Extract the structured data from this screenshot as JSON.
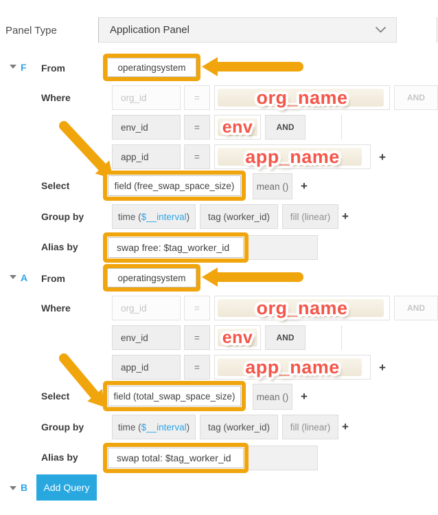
{
  "panel_type": {
    "label": "Panel Type",
    "value": "Application Panel"
  },
  "colors": {
    "highlight_orange": "#f0a50d",
    "annotation_red": "#f4564a",
    "accent_blue": "#2fa4e7",
    "button_blue": "#29a8e0"
  },
  "queries": [
    {
      "letter": "F",
      "from_label": "From",
      "from_value": "operatingsystem",
      "where_label": "Where",
      "rows": {
        "org": {
          "key": "org_id",
          "op": "=",
          "logic": "AND",
          "annotation": "org_name"
        },
        "env": {
          "key": "env_id",
          "op": "=",
          "logic": "AND",
          "annotation": "env"
        },
        "app": {
          "key": "app_id",
          "op": "=",
          "add": "+",
          "annotation": "app_name"
        }
      },
      "select_label": "Select",
      "select_field": "field (free_swap_space_size)",
      "select_agg": "mean ()",
      "select_add": "+",
      "groupby_label": "Group by",
      "groupby": {
        "time_prefix": "time (",
        "time_var": "$__interval",
        "time_suffix": ")",
        "tag": "tag (worker_id)",
        "fill": "fill (linear)",
        "add": "+"
      },
      "alias_label": "Alias by",
      "alias_value": "swap free: $tag_worker_id"
    },
    {
      "letter": "A",
      "from_label": "From",
      "from_value": "operatingsystem",
      "where_label": "Where",
      "rows": {
        "org": {
          "key": "org_id",
          "op": "=",
          "logic": "AND",
          "annotation": "org_name"
        },
        "env": {
          "key": "env_id",
          "op": "=",
          "logic": "AND",
          "annotation": "env"
        },
        "app": {
          "key": "app_id",
          "op": "=",
          "add": "+",
          "annotation": "app_name"
        }
      },
      "select_label": "Select",
      "select_field": "field (total_swap_space_size)",
      "select_agg": "mean ()",
      "select_add": "+",
      "groupby_label": "Group by",
      "groupby": {
        "time_prefix": "time (",
        "time_var": "$__interval",
        "time_suffix": ")",
        "tag": "tag (worker_id)",
        "fill": "fill (linear)",
        "add": "+"
      },
      "alias_label": "Alias by",
      "alias_value": "swap total: $tag_worker_id"
    }
  ],
  "add_query": {
    "letter": "B",
    "label": "Add Query"
  }
}
